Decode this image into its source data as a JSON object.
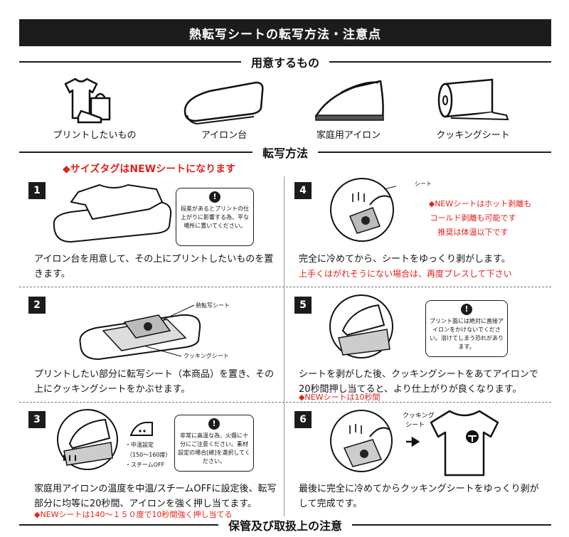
{
  "title": "熱転写シートの転写方法・注意点",
  "sections": {
    "prepare": "用意するもの",
    "method": "転写方法",
    "storage": "保管及び取扱上の注意"
  },
  "items": [
    {
      "label": "プリントしたいもの",
      "icon": "tshirt-bag-shoe-icon"
    },
    {
      "label": "アイロン台",
      "icon": "ironing-board-icon"
    },
    {
      "label": "家庭用アイロン",
      "icon": "iron-icon"
    },
    {
      "label": "クッキングシート",
      "icon": "paper-roll-icon"
    }
  ],
  "size_tag_note": "◆サイズタグはNEWシートになります",
  "steps": [
    {
      "num": "1",
      "text": "アイロン台を用意して、その上にプリントしたいものを置きます。",
      "note": "段差があるとプリントの仕上がりに影響する為、平な場所に置いてください。"
    },
    {
      "num": "2",
      "text": "プリントしたい部分に転写シート（本商品）を置き、その上にクッキングシートをかぶせます。",
      "label_a": "熱転写シート",
      "label_b": "クッキングシート"
    },
    {
      "num": "3",
      "text": "家庭用アイロンの温度を中温/スチームOFFに設定後、転写部分に均等に20秒間、アイロンを強く押し当てます。",
      "red": "◆NEWシートは140～１５０度で10秒間強く押し当てる",
      "setting_1": "・中温設定",
      "setting_2": "（150～160度）",
      "setting_3": "・スチームOFF",
      "note": "非常に高温な為、火傷に十分にご注意ください。素材設定の場合[綿]を選択してください。"
    },
    {
      "num": "4",
      "text": "完全に冷めてから、シートをゆっくり剥がします。",
      "red": "上手くはがれそうにない場合は、再度プレスして下さい",
      "label": "シート",
      "red_note_1": "◆NEWシートはホット剥離も",
      "red_note_2": "コールド剥離も可能です",
      "red_note_3": "推奨は体温以下です"
    },
    {
      "num": "5",
      "text": "シートを剥がした後、クッキングシートをあてアイロンで20秒間押し当てると、より仕上がりが良くなります。",
      "red": "◆NEWシートは10秒間",
      "note": "プリント面には絶対に直接アイロンをかけないでください。溶けてしまう恐れがあります。"
    },
    {
      "num": "6",
      "text": "最後に完全に冷めてからクッキングシートをゆっくり剥がして完成です。",
      "label_1": "クッキング",
      "label_2": "シート"
    }
  ],
  "warn_symbol": "!"
}
